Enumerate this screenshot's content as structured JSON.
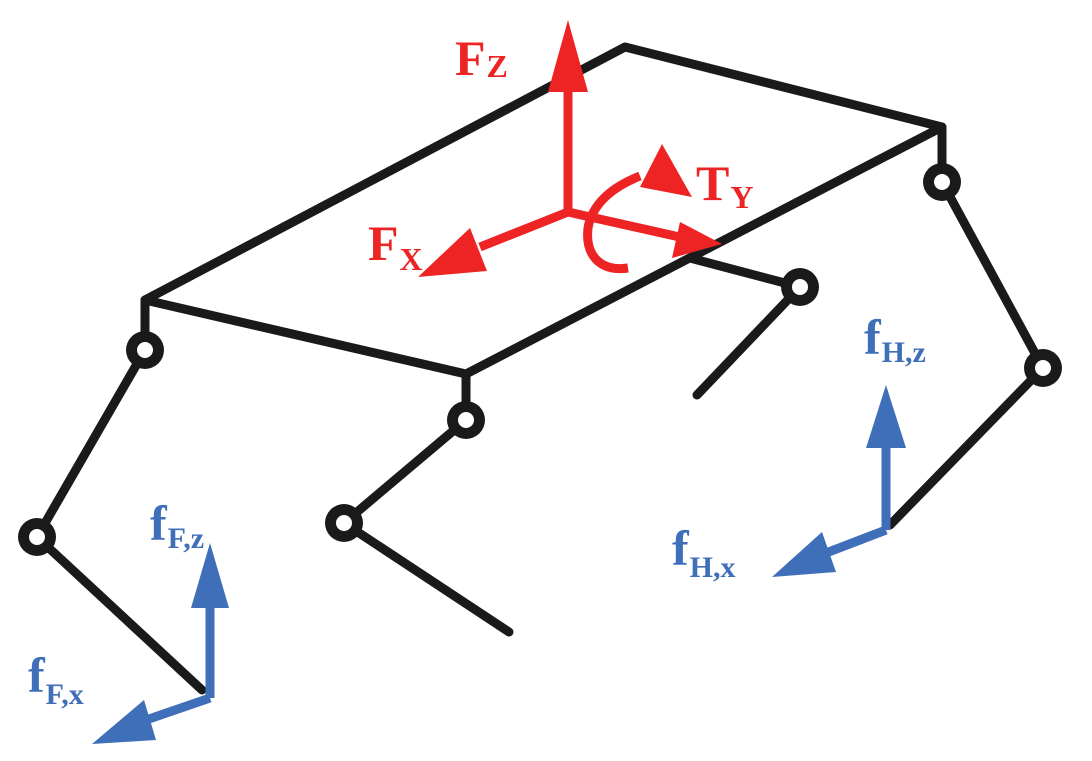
{
  "colors": {
    "structure": "#1a1a1a",
    "body_force": "#ee2424",
    "foot_force": "#3f6fb8"
  },
  "labels": {
    "fz": {
      "main": "F",
      "sub": "Z"
    },
    "fx": {
      "main": "F",
      "sub": "X"
    },
    "ty": {
      "main": "T",
      "sub": "Y"
    },
    "ffz": {
      "main": "f",
      "sub": "F,z"
    },
    "ffx": {
      "main": "f",
      "sub": "F,x"
    },
    "fhz": {
      "main": "f",
      "sub": "H,z"
    },
    "fhx": {
      "main": "f",
      "sub": "H,x"
    }
  }
}
